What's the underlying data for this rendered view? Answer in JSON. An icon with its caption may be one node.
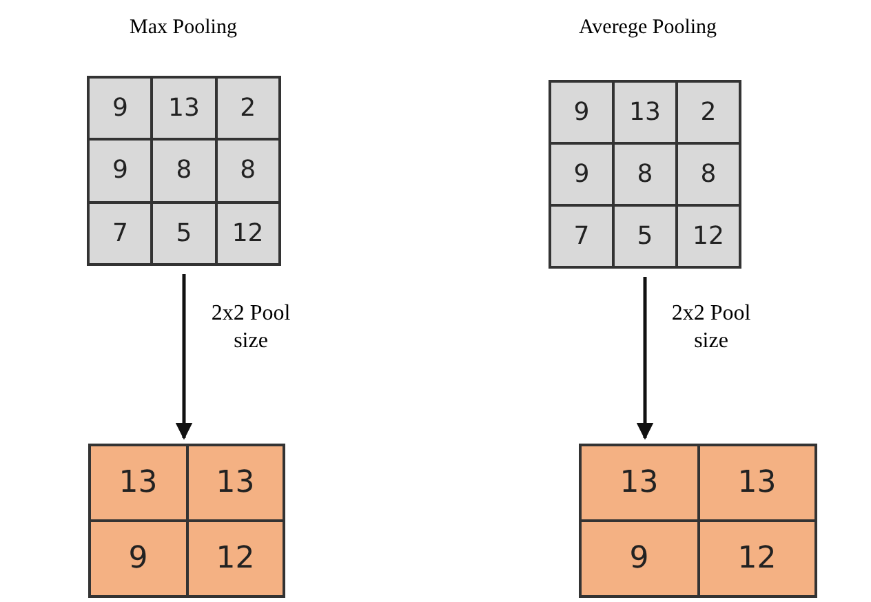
{
  "diagram": {
    "nodes": [
      {
        "text": [
          "9",
          "13",
          "2",
          "9",
          "8",
          "8",
          "7",
          "5",
          "12"
        ]
      },
      {
        "text": [
          "13",
          "13",
          "9",
          "12"
        ]
      },
      {
        "text": [
          "9",
          "13",
          "2",
          "9",
          "8",
          "8",
          "7",
          "5",
          "12"
        ]
      },
      {
        "text": [
          "13",
          "13",
          "9",
          "12"
        ]
      }
    ],
    "edges": [
      {
        "from": 0,
        "to": 1,
        "arrow": "to",
        "label": "2x2 Pool size"
      },
      {
        "from": 2,
        "to": 3,
        "arrow": "to",
        "label": "2x2 Pool size"
      }
    ],
    "labels": [
      "Max Pooling",
      "Averege Pooling"
    ]
  }
}
